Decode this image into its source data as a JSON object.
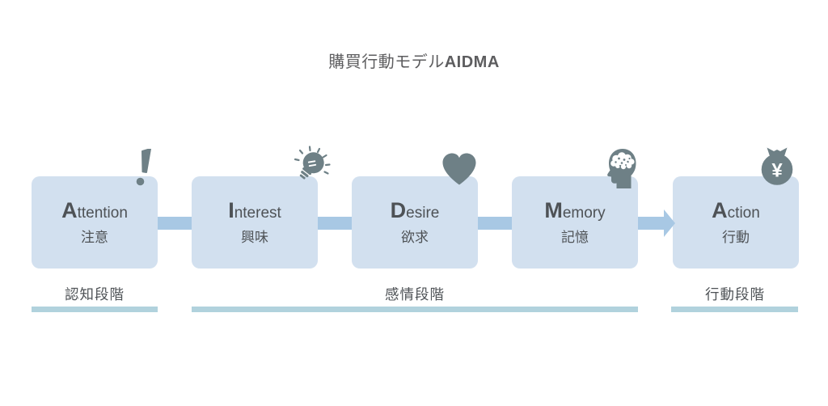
{
  "title": {
    "prefix": "購買行動モデル",
    "model": "AIDMA"
  },
  "steps": [
    {
      "id": "attention",
      "initial": "A",
      "rest": "ttention",
      "jp": "注意",
      "icon": "exclamation-icon"
    },
    {
      "id": "interest",
      "initial": "I",
      "rest": "nterest",
      "jp": "興味",
      "icon": "lightbulb-icon"
    },
    {
      "id": "desire",
      "initial": "D",
      "rest": "esire",
      "jp": "欲求",
      "icon": "heart-icon"
    },
    {
      "id": "memory",
      "initial": "M",
      "rest": "emory",
      "jp": "記憶",
      "icon": "brain-head-icon"
    },
    {
      "id": "action",
      "initial": "A",
      "rest": "ction",
      "jp": "行動",
      "icon": "money-bag-icon",
      "icon_text": "¥"
    }
  ],
  "stages": [
    {
      "label": "認知段階",
      "spans": [
        "attention"
      ]
    },
    {
      "label": "感情段階",
      "spans": [
        "interest",
        "desire",
        "memory"
      ]
    },
    {
      "label": "行動段階",
      "spans": [
        "action"
      ]
    }
  ],
  "colors": {
    "box_fill": "#d2e0ef",
    "connector": "#a8c8e4",
    "bar": "#b1d2dd",
    "icon_slate": "#6e8086",
    "text_dark": "#4e5256",
    "text_gray": "#5d5d5f"
  }
}
